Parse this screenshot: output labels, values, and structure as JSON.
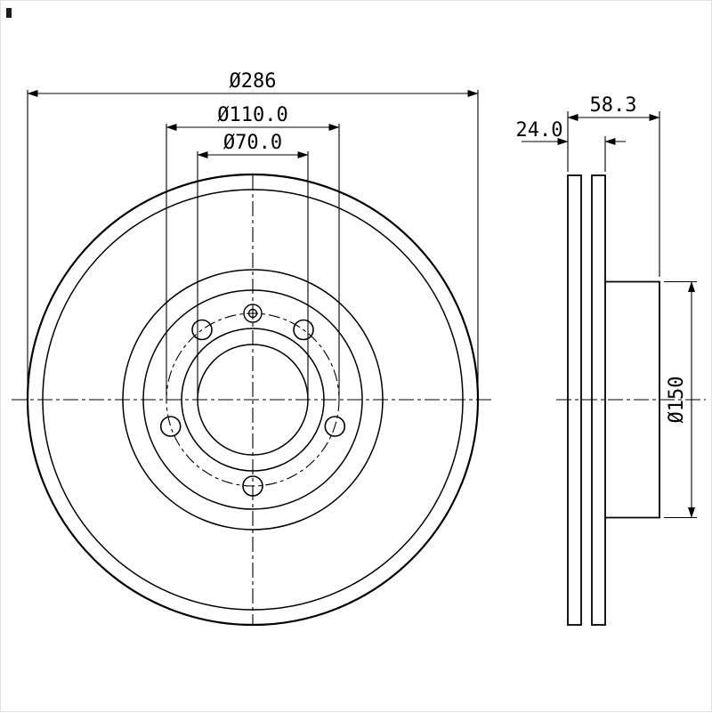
{
  "colors": {
    "line": "#000000",
    "background": "#ffffff"
  },
  "front_view": {
    "dim_outer_diameter": "Ø286",
    "dim_bolt_circle_diameter": "Ø110.0",
    "dim_center_bore_diameter": "Ø70.0"
  },
  "side_view": {
    "dim_disc_thickness": "24.0",
    "dim_total_height": "58.3",
    "dim_hat_diameter": "Ø150"
  }
}
